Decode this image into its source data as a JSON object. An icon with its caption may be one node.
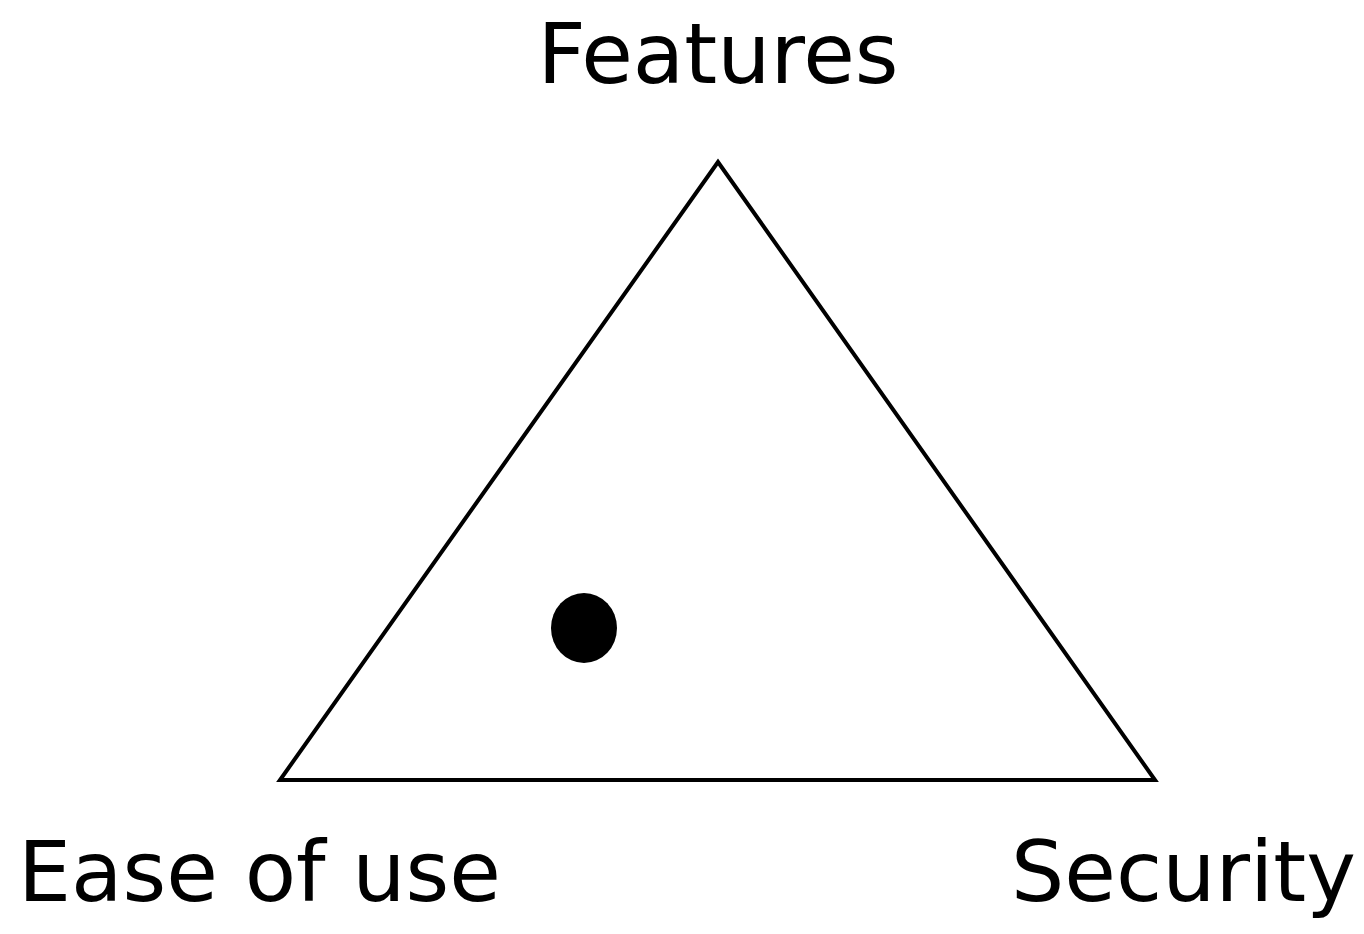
{
  "diagram": {
    "labels": [
      "Features",
      "Ease of use",
      "Security"
    ]
  }
}
